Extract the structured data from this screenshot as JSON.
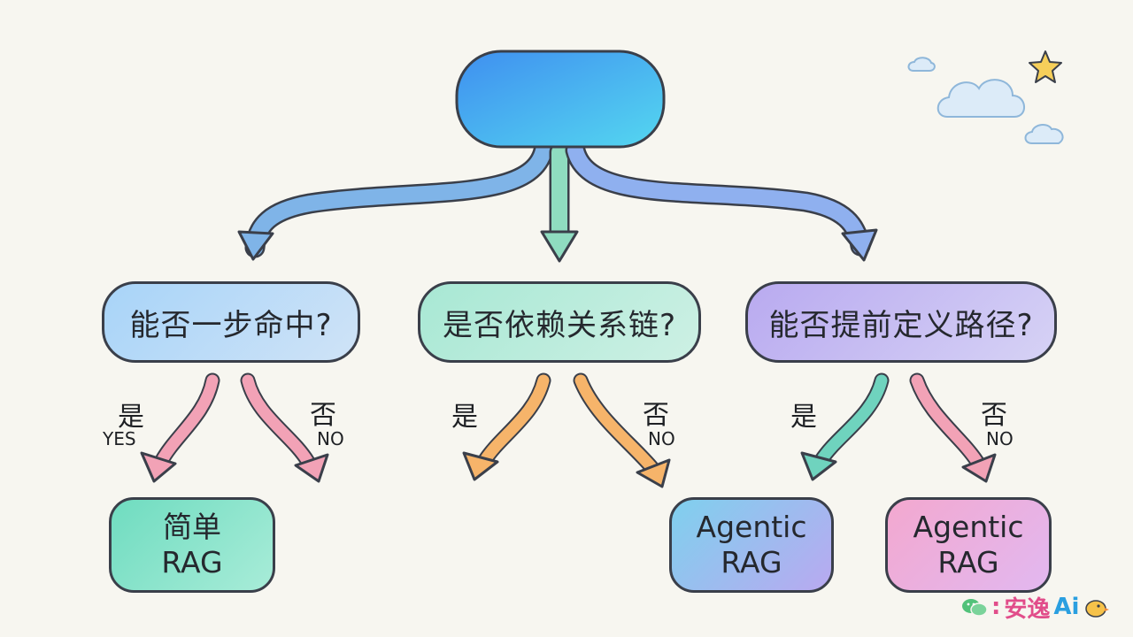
{
  "root": {
    "label": ""
  },
  "questions": [
    {
      "label": "能否一步命中?"
    },
    {
      "label": "是否依赖关系链?"
    },
    {
      "label": "能否提前定义路径?"
    }
  ],
  "results": [
    {
      "line1": "简单",
      "line2": "RAG"
    },
    {
      "line1": "Agentic",
      "line2": "RAG"
    },
    {
      "line1": "Agentic",
      "line2": "RAG"
    }
  ],
  "branch_labels": {
    "q1_yes": "是",
    "q1_yes_en": "YES",
    "q1_no": "否",
    "q1_no_en": "NO",
    "q2_yes": "是",
    "q2_no": "否",
    "q2_no_en": "NO",
    "q3_yes": "是",
    "q3_no": "否",
    "q3_no_en": "NO"
  },
  "watermark": {
    "separator": ":",
    "brand": "安逸",
    "brand_suffix": "Ai"
  },
  "colors": {
    "background": "#f7f6f0",
    "outline": "#3a3f4a",
    "arrow_blue": "#7fb4e8",
    "arrow_green": "#8fdcc0",
    "arrow_purple": "#8fb0ef",
    "arrow_pink": "#f2a2b6",
    "arrow_orange": "#f6b46a",
    "arrow_teal": "#6fd3be"
  }
}
